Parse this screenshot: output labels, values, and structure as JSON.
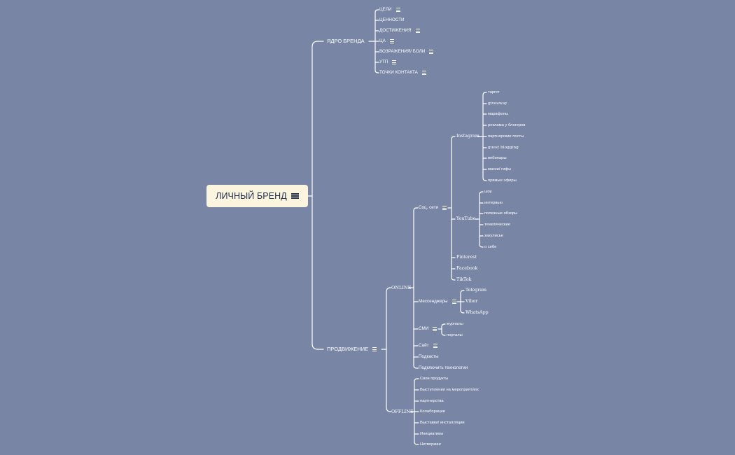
{
  "root": {
    "label": "ЛИЧНЫЙ БРЕНД",
    "note_icon": "note-lines-icon",
    "bg": "#fbf5df"
  },
  "colors": {
    "background": "#7885a4",
    "lines": "#ffffff",
    "root_text": "#1e2a4a"
  },
  "core": {
    "label": "ЯДРО БРЕНДА",
    "items": [
      {
        "label": "ЦЕЛИ",
        "note": true
      },
      {
        "label": "ЦЕННОСТИ",
        "note": false
      },
      {
        "label": "ДОСТИЖЕНИЯ",
        "note": true
      },
      {
        "label": "ЦА",
        "note": true
      },
      {
        "label": "ВОЗРАЖЕНИЯ/ БОЛИ",
        "note": true
      },
      {
        "label": "УТП",
        "note": true
      },
      {
        "label": "ТОЧКИ КОНТАКТА",
        "note": true
      }
    ]
  },
  "promo": {
    "label": "ПРОДВИЖЕНИЕ",
    "online": {
      "label": "ONLINE",
      "social": {
        "label": "Соц. сети",
        "instagram": {
          "label": "Instagram",
          "items": [
            "таргет",
            "giveaway",
            "марафоны",
            "реклама у блогеров",
            "партнерские посты",
            "guest blogging",
            "вебинары",
            "маски/ гифы",
            "прямые эфиры"
          ]
        },
        "youtube": {
          "label": "YouTube",
          "items": [
            "шоу",
            "интервью",
            "полезные обзоры",
            "тематические",
            "закулисье",
            "о себе"
          ]
        },
        "others": [
          "Pinterest",
          "Facebook",
          "TikTok"
        ]
      },
      "messengers": {
        "label": "Мессенджеры",
        "items": [
          "Telegram",
          "Viber",
          "WhatsApp"
        ]
      },
      "media": {
        "label": "СМИ",
        "items": [
          "журналы",
          "порталы"
        ]
      },
      "site": "Сайт",
      "podcasts": "Подкасты",
      "tech": "Подключить технологии"
    },
    "offline": {
      "label": "OFFLINE",
      "items": [
        "Свои продукты",
        "Выступления на мероприятиях",
        "партнерства",
        "Колаборации",
        "Выставки/ инсталляции",
        "Инициативы",
        "Нетворкинг"
      ]
    }
  }
}
